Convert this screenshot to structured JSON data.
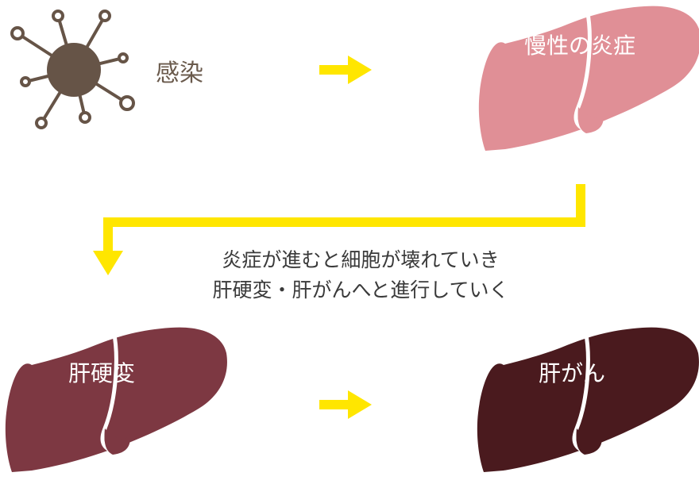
{
  "colors": {
    "virus": "#665447",
    "arrow": "#ffe600",
    "inflamed_liver": "#e08f96",
    "cirrhosis_liver": "#7d3842",
    "cancer_liver": "#4a1a1e",
    "text": "#3a3a3a",
    "infection_text": "#6a5a4c"
  },
  "icons": {
    "virus": "virus-icon",
    "liver": "liver-icon"
  },
  "stages": {
    "infection": "感染",
    "chronic_inflammation": "慢性の炎症",
    "cirrhosis": "肝硬変",
    "cancer": "肝がん"
  },
  "caption": {
    "line1": "炎症が進むと細胞が壊れていき",
    "line2": "肝硬変・肝がんへと進行していく"
  }
}
